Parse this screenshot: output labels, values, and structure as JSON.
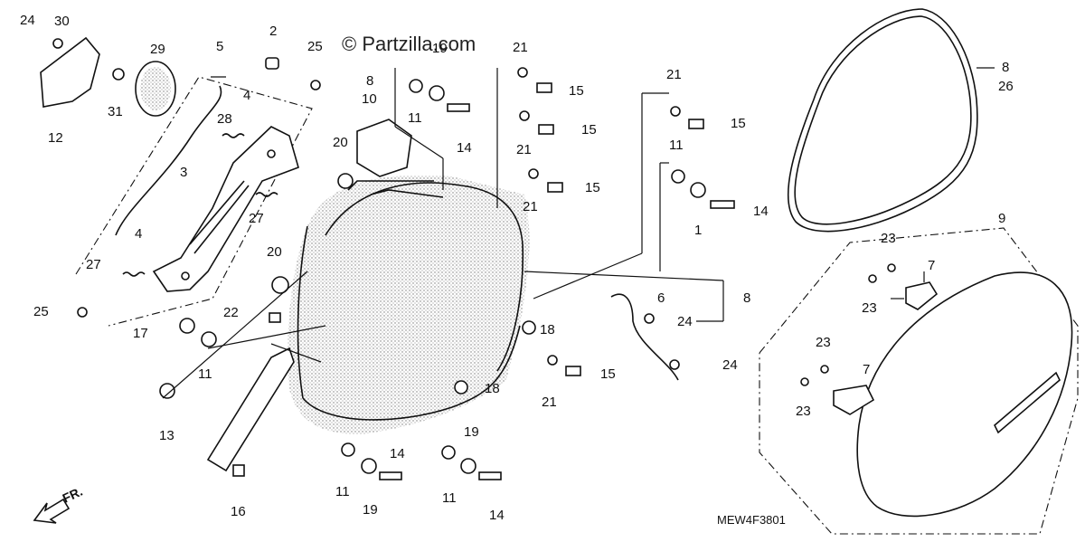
{
  "watermark": "© Partzilla.com",
  "diagram_code": "MEW4F3801",
  "direction_label": "FR.",
  "callouts": [
    "24",
    "30",
    "29",
    "2",
    "25",
    "5",
    "21",
    "8",
    "10",
    "4",
    "28",
    "11",
    "19",
    "15",
    "31",
    "12",
    "3",
    "20",
    "14",
    "21",
    "15",
    "27",
    "21",
    "15",
    "4",
    "27",
    "20",
    "22",
    "25",
    "17",
    "11",
    "13",
    "16",
    "11",
    "19",
    "14",
    "11",
    "19",
    "14",
    "18",
    "18",
    "21",
    "15",
    "6",
    "8",
    "24",
    "24",
    "21",
    "15",
    "11",
    "14",
    "1",
    "8",
    "26",
    "9",
    "23",
    "7",
    "23",
    "23",
    "7",
    "23"
  ]
}
